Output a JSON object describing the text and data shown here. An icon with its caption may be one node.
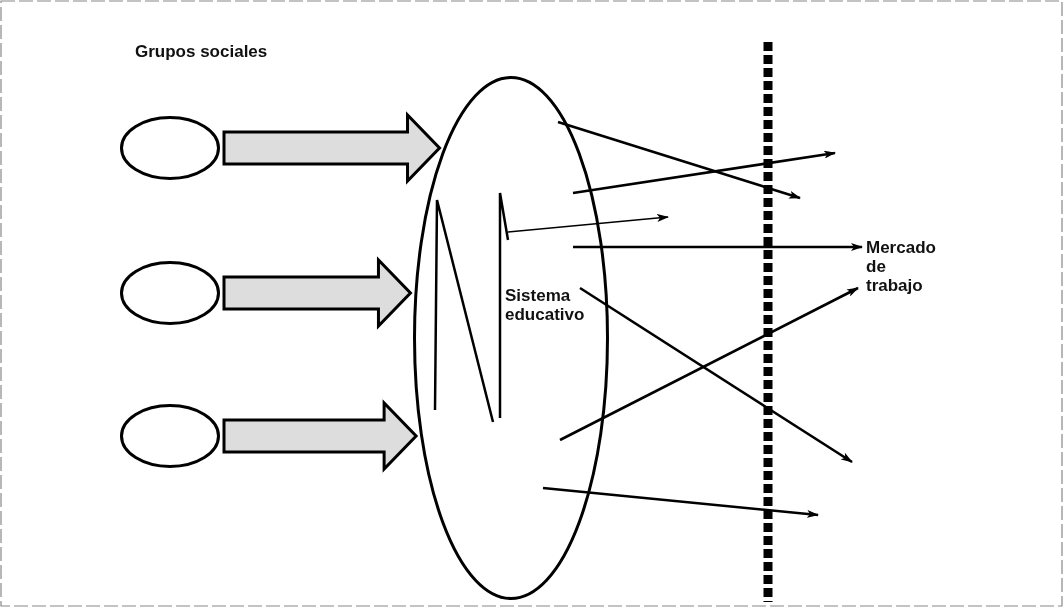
{
  "diagram": {
    "nodes": [
      {
        "text": [
          "Sistema educativo"
        ]
      },
      {
        "text": [],
        "shape": "ellipse"
      },
      {
        "text": [],
        "shape": "ellipse"
      },
      {
        "text": [],
        "shape": "ellipse"
      },
      {
        "text": [
          "Mercado de trabajo"
        ]
      }
    ],
    "edges": [
      {
        "from": 1,
        "to": 0,
        "arrow": "to",
        "style": "thick"
      },
      {
        "from": 2,
        "to": 0,
        "arrow": "to",
        "style": "thick"
      },
      {
        "from": 3,
        "to": 0,
        "arrow": "to",
        "style": "thick"
      },
      {
        "from": 0,
        "to": null,
        "arrow": "to"
      },
      {
        "from": 0,
        "to": null,
        "arrow": "to"
      },
      {
        "from": 0,
        "to": null,
        "arrow": "to"
      },
      {
        "from": 0,
        "to": 4,
        "arrow": "to"
      },
      {
        "from": 0,
        "to": null,
        "arrow": "to"
      },
      {
        "from": 0,
        "to": 4,
        "arrow": "to"
      },
      {
        "from": 0,
        "to": null,
        "arrow": "to"
      }
    ],
    "labels": [
      "Grupos sociales"
    ]
  }
}
